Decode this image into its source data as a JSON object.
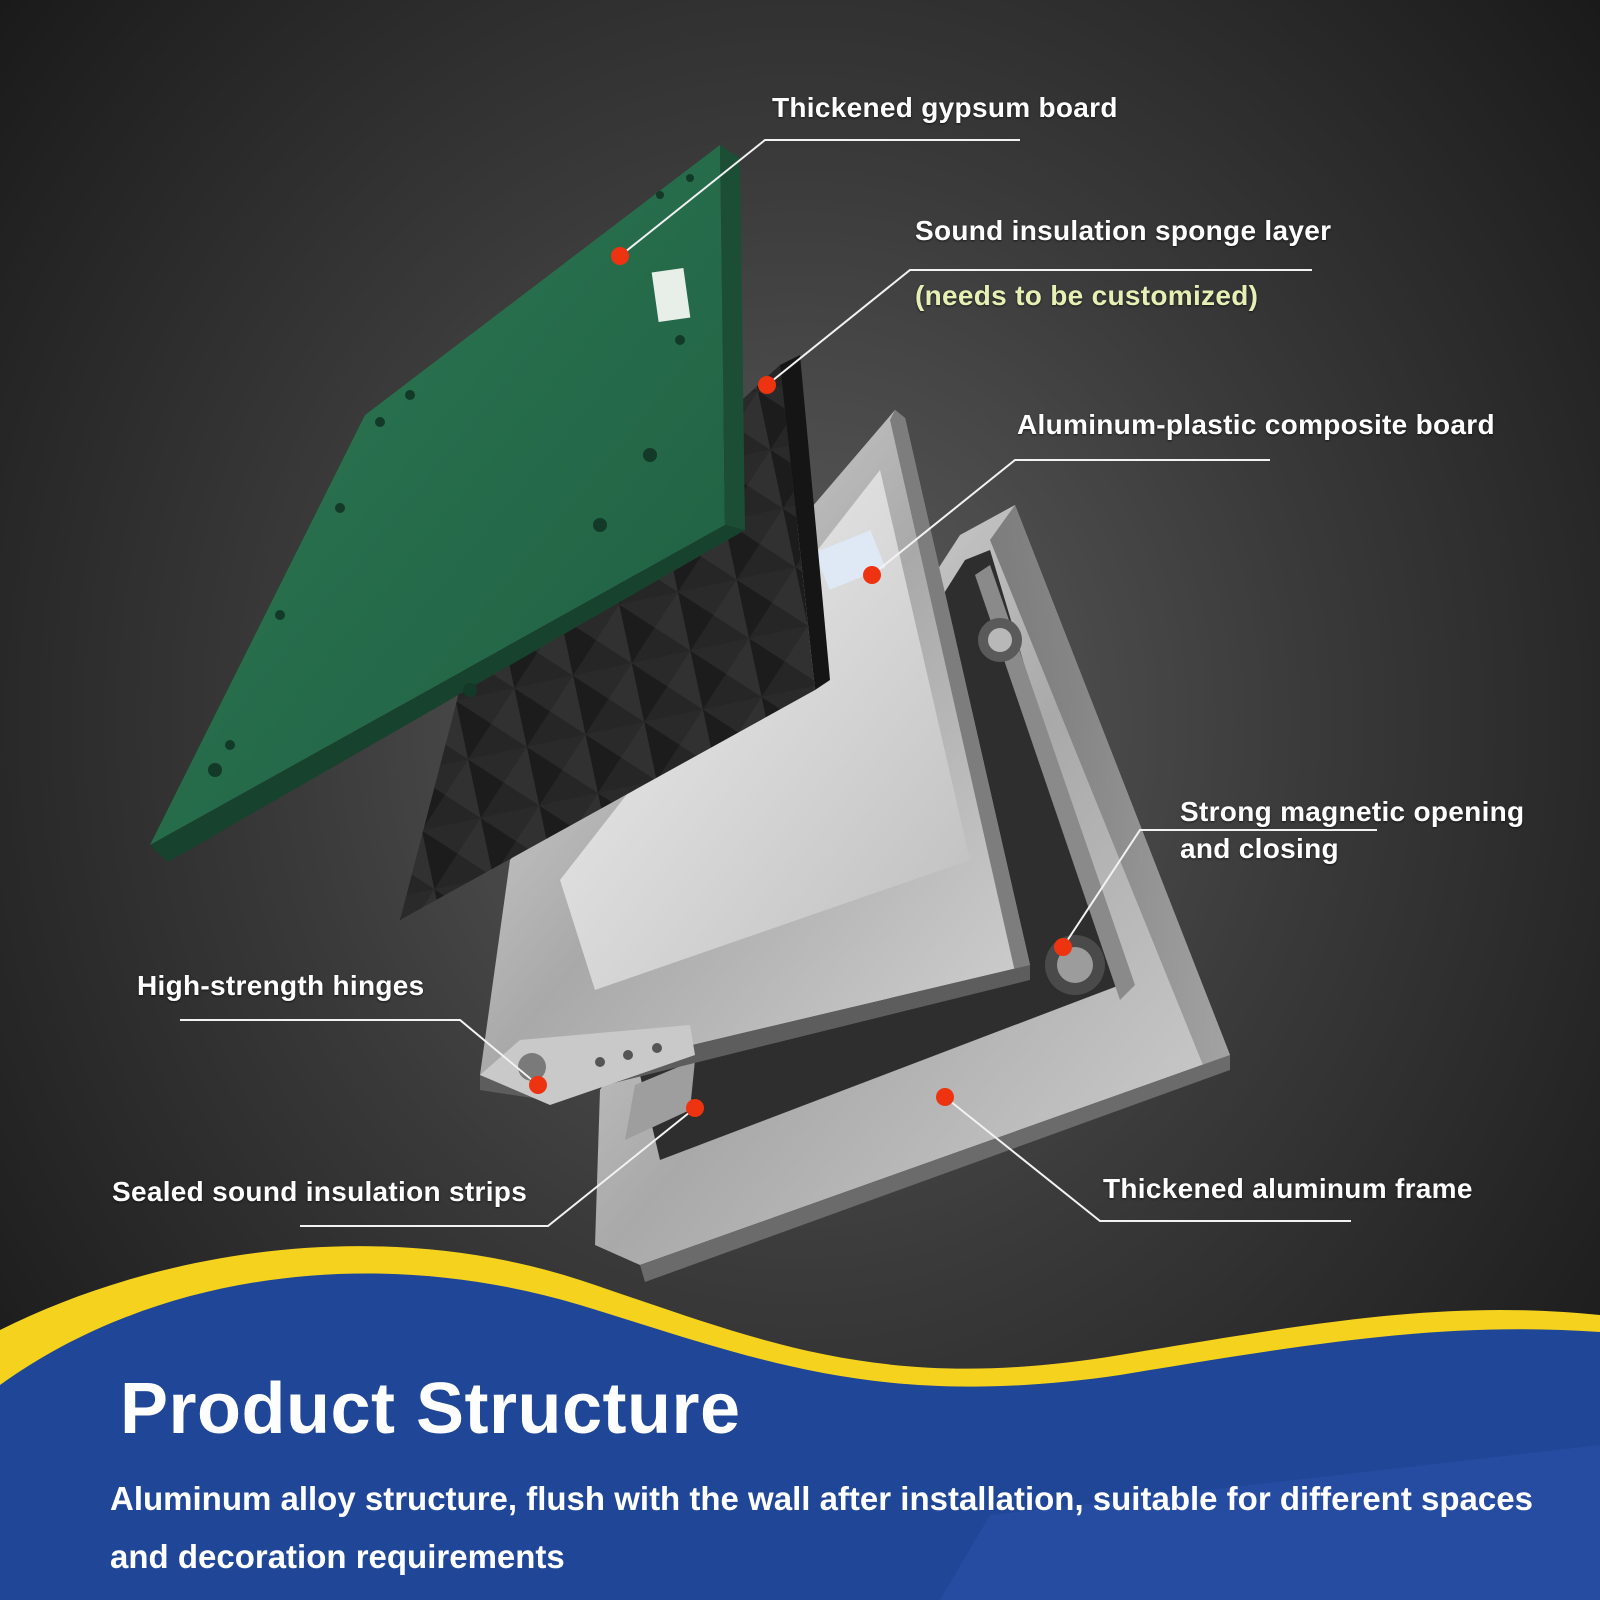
{
  "callouts": {
    "gypsum_board": "Thickened gypsum board",
    "sponge_layer": "Sound insulation sponge layer",
    "sponge_note": "(needs to be customized)",
    "composite_board": "Aluminum-plastic composite board",
    "magnetic_line1": "Strong magnetic opening",
    "magnetic_line2": "and closing",
    "hinges": "High-strength hinges",
    "strips": "Sealed sound insulation strips",
    "frame": "Thickened aluminum frame"
  },
  "banner": {
    "title": "Product Structure",
    "subtitle": "Aluminum alloy structure, flush with the wall after installation, suitable for different spaces and decoration requirements"
  },
  "colors": {
    "board_green": "#27704e",
    "marker_red": "#ee3311",
    "banner_blue": "#1f4697",
    "wave_yellow": "#f4d21d",
    "note_text": "#e6f0b4"
  }
}
